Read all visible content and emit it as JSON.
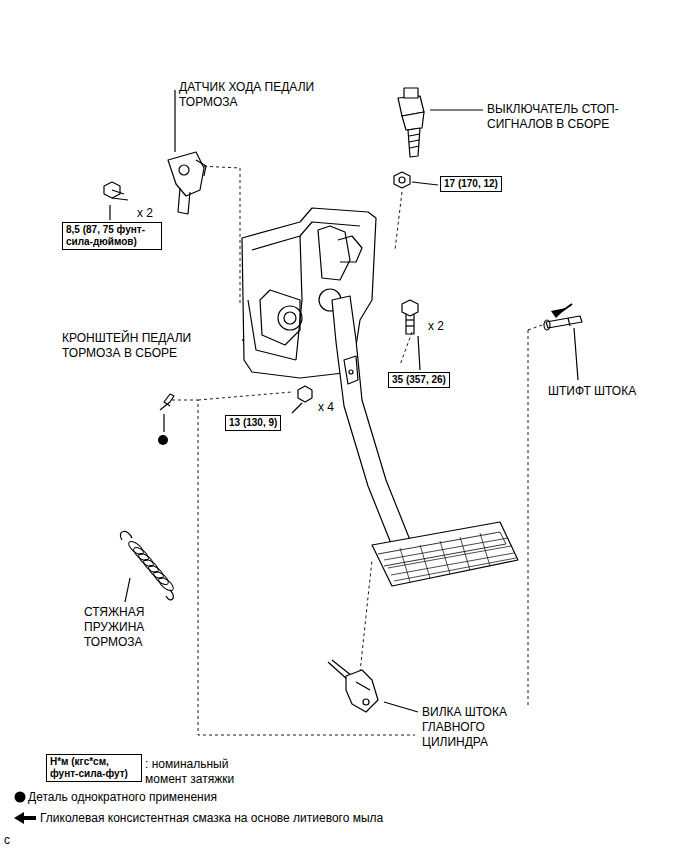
{
  "diagram": {
    "nodes": [
      {
        "text": [
          "17 (170, 12)"
        ]
      },
      {
        "text": [
          "8,5 (87, 75 фунт-сила-дюймов)"
        ]
      },
      {
        "text": [
          "35 (357, 26)"
        ]
      },
      {
        "text": [
          "13 (130, 9)"
        ]
      },
      {
        "text": [
          "Н*м (кгс*см, фунт-сила-фут)"
        ]
      }
    ],
    "labels": [
      "ДАТЧИК ХОДА ПЕДАЛИ ТОРМОЗА",
      "ВЫКЛЮЧАТЕЛЬ СТОП-СИГНАЛОВ В СБОРЕ",
      "x 2",
      "КРОНШТЕЙН ПЕДАЛИ ТОРМОЗА В СБОРЕ",
      "x 2",
      "ШТИФТ ШТОКА",
      "x 4",
      "СТЯЖНАЯ ПРУЖИНА ТОРМОЗА",
      "ВИЛКА ШТОКА ГЛАВНОГО ЦИЛИНДРА",
      ": номинальный момент затяжки",
      "c"
    ],
    "legend": [
      {
        "text": "Деталь однократного применения"
      },
      {
        "text": "Гликолевая консистентная смазка на основе литиевого мыла"
      }
    ]
  }
}
